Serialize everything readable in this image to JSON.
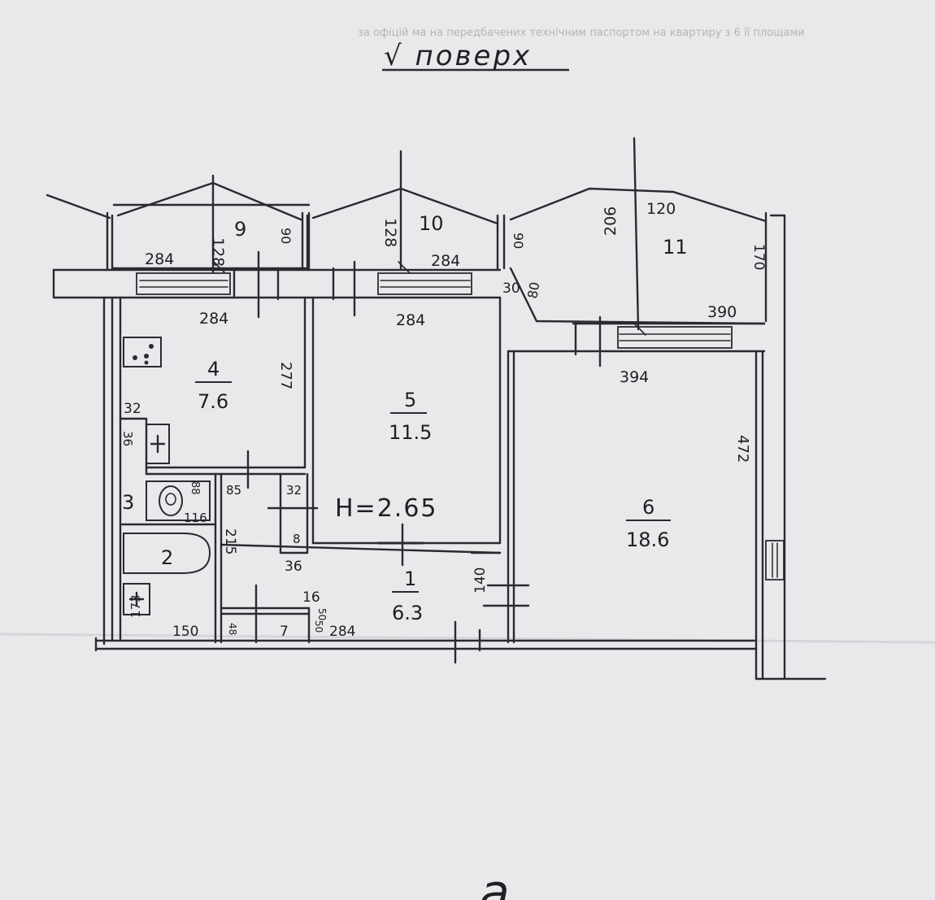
{
  "header": {
    "floor": "√ поверх",
    "print_line": "за офіцій  ма  на передбачених   технічним паспортом   на квартиру  з  6  її  площами"
  },
  "ceiling_height": "H=2.65",
  "colors": {
    "paper": "#e9e9eb",
    "ink": "#2a2a30",
    "faded": "#b8b8bc"
  },
  "rooms": [
    {
      "number": "1",
      "area": "6.3"
    },
    {
      "number": "2",
      "area": ""
    },
    {
      "number": "3",
      "area": ""
    },
    {
      "number": "4",
      "area": "7.6"
    },
    {
      "number": "5",
      "area": "11.5"
    },
    {
      "number": "6",
      "area": "18.6"
    },
    {
      "number": "9",
      "area": ""
    },
    {
      "number": "10",
      "area": ""
    },
    {
      "number": "11",
      "area": ""
    }
  ],
  "dimensions": {
    "balcony9_depth": "128",
    "balcony9_side": "90",
    "balcony9_width": "284",
    "balcony10_depth": "128",
    "balcony10_width": "284",
    "balcony11_side_left": "90",
    "balcony11_top": "120",
    "balcony11_depth": "206",
    "balcony11_side_right": "170",
    "wall_30": "30",
    "wall_80": "80",
    "room11_width": "390",
    "kitchen_width": "284",
    "kitchen_depth": "277",
    "room5_width": "284",
    "room6_width": "394",
    "room6_depth": "472",
    "kitchen_niche_w": "32",
    "kitchen_niche_h": "36",
    "wc_85": "85",
    "wc_88": "88",
    "wc_116": "116",
    "closet_32": "32",
    "closet_8": "8",
    "bath_215": "215",
    "hall_36": "36",
    "hall_16": "16",
    "hall_50": "50",
    "hall_140": "140",
    "bath_173": "173",
    "bath_150": "150",
    "bottom_48": "48",
    "bottom_7": "7",
    "bottom_50": "50",
    "bottom_284": "284"
  },
  "footer_mark": "а"
}
